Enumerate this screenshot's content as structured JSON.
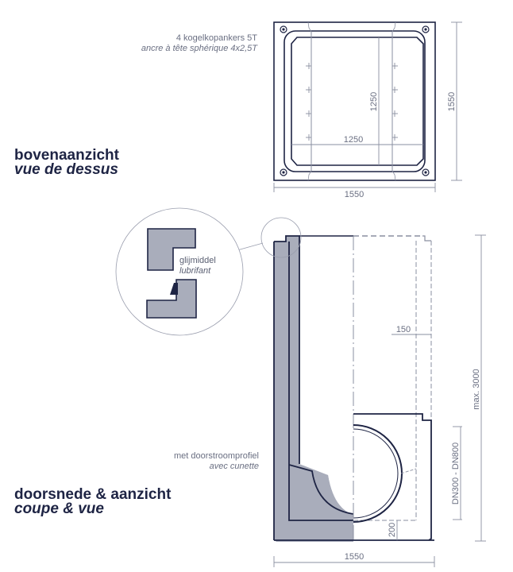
{
  "top_view": {
    "title_nl": "bovenaanzicht",
    "title_fr": "vue de dessus",
    "anchor_note_nl": "4 kogelkopankers 5T",
    "anchor_note_fr": "ancre à tête sphérique 4x2,5T",
    "dim_outer_width": "1550",
    "dim_outer_height": "1550",
    "dim_inner_width": "1250",
    "dim_inner_height": "1250"
  },
  "section_view": {
    "title_nl": "doorsnede & aanzicht",
    "title_fr": "coupe & vue",
    "profile_note_nl": "met doorstroomprofiel",
    "profile_note_fr": "avec cunette",
    "detail_note_nl": "glijmiddel",
    "detail_note_fr": "lubrifant",
    "dim_wall": "150",
    "dim_bottom": "200",
    "dim_width": "1550",
    "dim_height": "max. 3000",
    "dim_pipe": "DN300 - DN800"
  },
  "colors": {
    "outline": "#1e2444",
    "concrete": "#a9adbb",
    "dim_line": "#8a8fa0",
    "text_dark": "#1e2444",
    "text_light": "#6a6f82"
  }
}
